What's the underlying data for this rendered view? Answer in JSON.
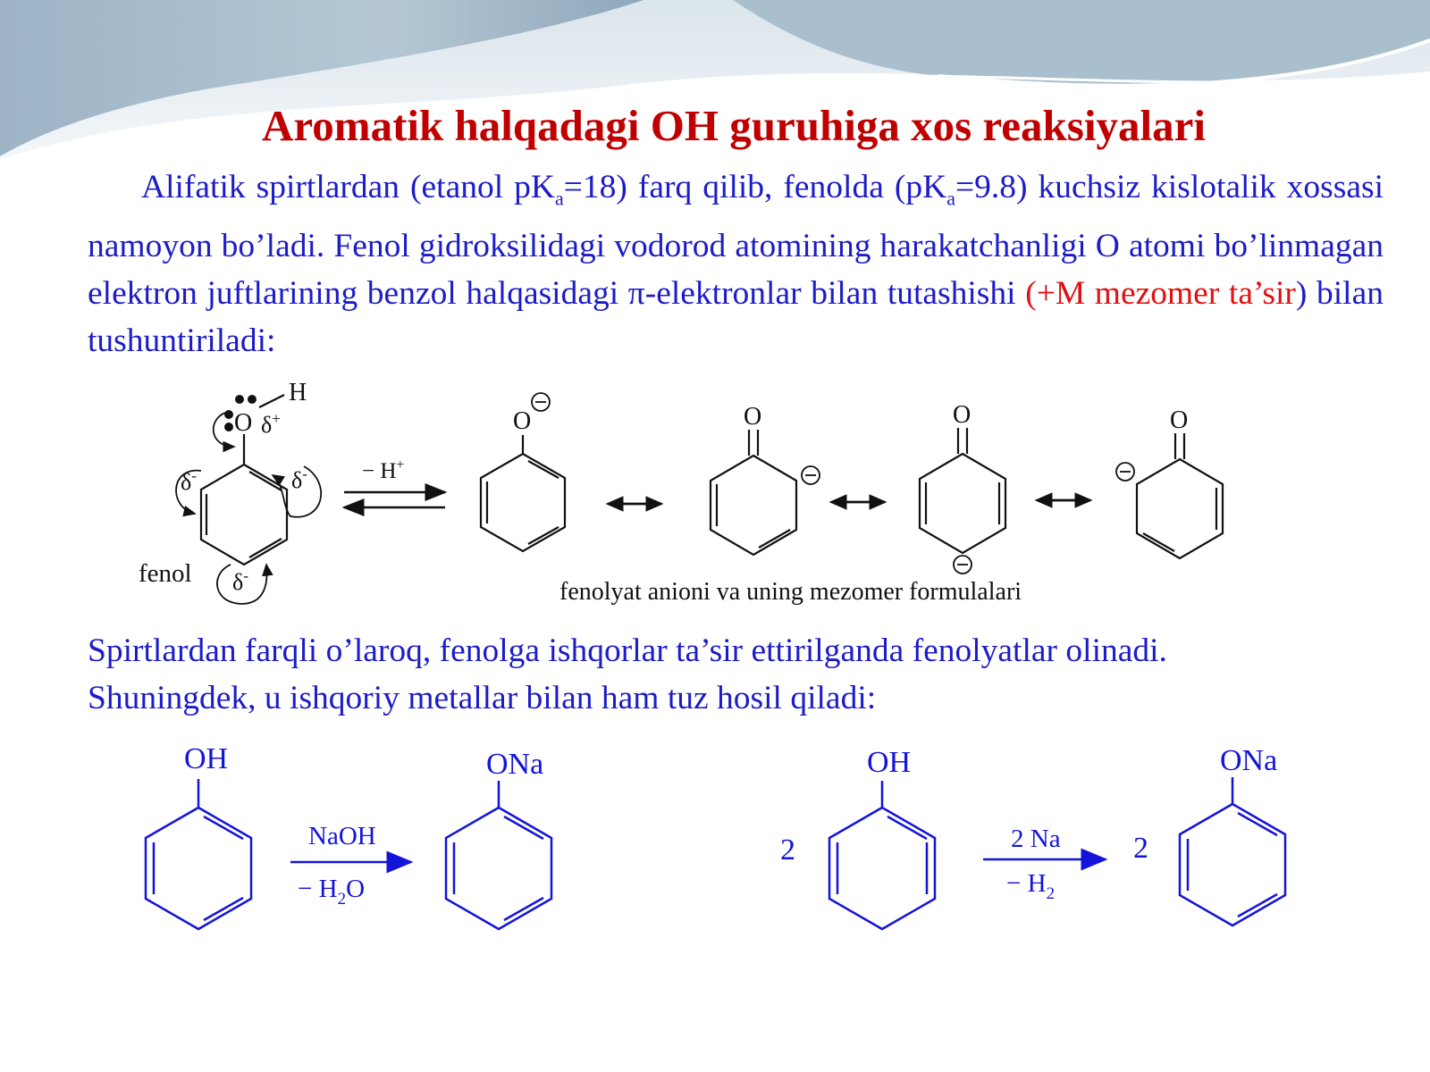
{
  "title": "Aromatik halqadagi OH guruhiga xos reaksiyalari",
  "intro": {
    "s1_a": "Alifatik spirtlardan (etanol pK",
    "s1_sub1": "a",
    "s1_b": "=18) farq qilib, fenolda (pK",
    "s1_sub2": "a",
    "s1_c": "=9.8) kuchsiz kislotalik xossasi namoyon bo’ladi. Fenol gidroksilidagi vodorod atomining harakatchanligi O atomi bo’linmagan elektron juftlarining benzol halqasidagi π-elektronlar bilan tutashishi ",
    "highlight": "(+M  mezomer ta’sir",
    "s1_d": ") bilan tushuntiriladi:"
  },
  "scheme1": {
    "phenol_label": "fenol",
    "atom_O": "O",
    "atom_H": "H",
    "delta_plus": "δ",
    "delta_plus_sign": "+",
    "delta_minus": "δ",
    "delta_minus_sign": "-",
    "arrow_label": "− H",
    "arrow_label_sup": "+",
    "minus_sign": "−",
    "caption": "fenolyat anioni va uning mezomer formulalari"
  },
  "para2": {
    "line1": "Spirtlardan farqli o’laroq, fenolga ishqorlar ta’sir ettirilganda fenolyatlar olinadi.",
    "line2": "Shuningdek, u ishqoriy metallar bilan ham tuz hosil qiladi:"
  },
  "reaction1": {
    "reactant_group": "OH",
    "reagent_top": "NaOH",
    "reagent_bottom_a": "−  H",
    "reagent_bottom_sub": "2",
    "reagent_bottom_b": "O",
    "product_group": "ONa"
  },
  "reaction2": {
    "coef_reactant": "2",
    "reactant_group": "OH",
    "reagent_top": "2 Na",
    "reagent_bottom_a": "− H",
    "reagent_bottom_sub": "2",
    "coef_product": "2",
    "product_group": "ONa"
  },
  "colors": {
    "title": "#c00000",
    "text": "#1c1cc8",
    "highlight": "#e01010",
    "scheme_ink": "#111111",
    "reaction_ink": "#1414d8",
    "wave_dark": "#9fb6c8",
    "wave_light": "#c9d6e0"
  }
}
